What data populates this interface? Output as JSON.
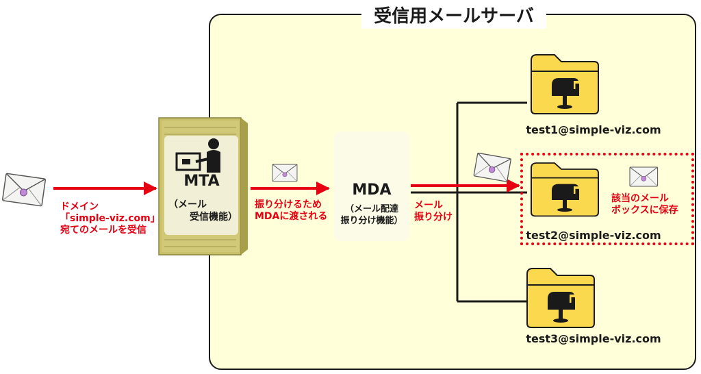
{
  "server": {
    "title": "受信用メールサーバ"
  },
  "sender": {
    "label_lines": [
      "ドメイン",
      "「simple-viz.com」",
      "宛てのメールを受信"
    ]
  },
  "mta": {
    "title": "MTA",
    "subtitle_lines": [
      "（メール",
      "受信機能）"
    ]
  },
  "mta_to_mda": {
    "label_lines": [
      "振り分けるため",
      "MDAに渡される"
    ]
  },
  "mda": {
    "title": "MDA",
    "subtitle_lines": [
      "（メール配達",
      "振り分け機能）"
    ]
  },
  "sorting": {
    "label_lines": [
      "メール",
      "振り分け"
    ]
  },
  "mailboxes": [
    {
      "address": "test1@simple-viz.com"
    },
    {
      "address": "test2@simple-viz.com"
    },
    {
      "address": "test3@simple-viz.com"
    }
  ],
  "delivered": {
    "label_lines": [
      "該当のメール",
      "ボックスに保存"
    ]
  },
  "colors": {
    "accent_red": "#e60012",
    "server_bg": "#ffffd9",
    "folder_yellow": "#fbd94e",
    "server_olive": "#c9c06a",
    "line_dark": "#1a1a1a"
  }
}
